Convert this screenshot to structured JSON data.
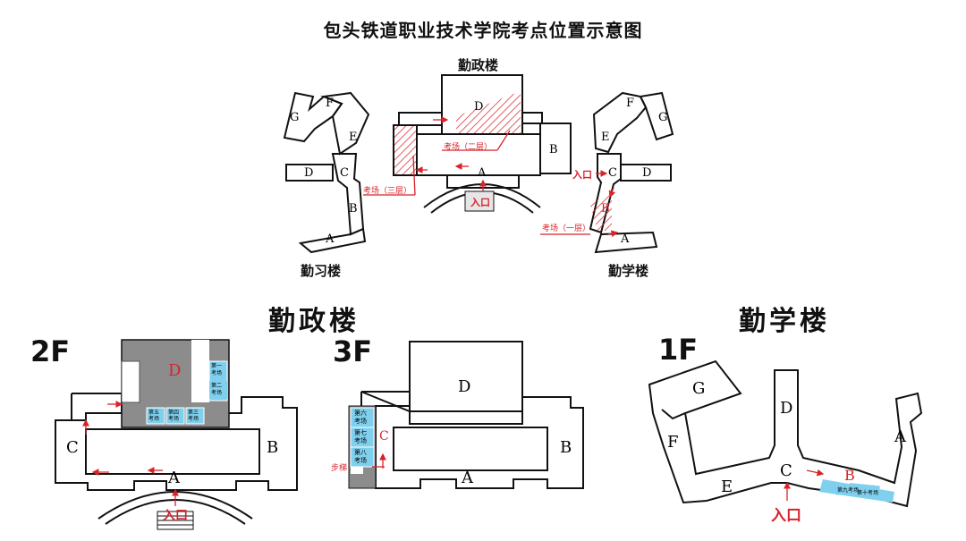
{
  "title": "包头铁道职业技术学院考点位置示意图",
  "overview": {
    "left_building": "勤习楼",
    "center_building": "勤政楼",
    "right_building": "勤学楼",
    "left_wings": [
      "G",
      "F",
      "E",
      "D",
      "C",
      "B",
      "A"
    ],
    "center_wings": [
      "D",
      "B",
      "A"
    ],
    "right_wings": [
      "F",
      "G",
      "E",
      "D",
      "C",
      "B",
      "A"
    ],
    "entrance": "入口",
    "exam_floor2": "考场（二层）",
    "exam_floor3": "考场（三层）",
    "exam_floor1": "考场（一层）"
  },
  "qinzheng": {
    "heading": "勤政楼",
    "floor2": {
      "label": "2F",
      "wing_d": "D",
      "wing_c": "C",
      "wing_b": "B",
      "wing_a": "A",
      "entrance": "入口",
      "rooms": [
        "第一考场",
        "第二考场",
        "第三考场",
        "第四考场",
        "第五考场"
      ]
    },
    "floor3": {
      "label": "3F",
      "wing_d": "D",
      "wing_b": "B",
      "wing_a": "A",
      "wing_c": "C",
      "stairs": "步梯",
      "rooms": [
        "第六考场",
        "第七考场",
        "第八考场"
      ]
    }
  },
  "qinxue": {
    "heading": "勤学楼",
    "floor1": {
      "label": "1F",
      "wings": [
        "G",
        "F",
        "E",
        "D",
        "C",
        "B",
        "A"
      ],
      "entrance": "入口",
      "rooms": [
        "第九考场",
        "第十考场"
      ]
    }
  },
  "colors": {
    "accent": "#d8232a",
    "room": "#7fd0ee",
    "gray": "#8c8c8c"
  }
}
